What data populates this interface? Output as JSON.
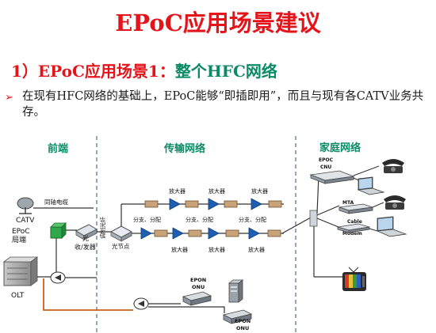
{
  "title": "EPoC应用场景建议",
  "subtitle": {
    "number": "1）",
    "prefix": "EPoC应用场景1：",
    "emphasis": "整个HFC网络"
  },
  "bullet_text": "在现有HFC网络的基础上，EPoC能够“即插即用”，而且与现有各CATV业务共存。",
  "diagram": {
    "sections": {
      "frontend": "前端",
      "transmission": "传输网络",
      "home": "家庭网络"
    },
    "labels": {
      "coax_cable": "同轴电缆",
      "catv": "CATV",
      "epoc_headend": [
        "EPoC",
        "局端"
      ],
      "transceiver": [
        "光",
        "收/发器"
      ],
      "modulated_fiber": "调制光纤",
      "optical_node": "光节点",
      "olt": "OLT",
      "amplifier": "放大器",
      "split_distribute": "分支、分配",
      "epon_onu": [
        "EPON",
        "ONU"
      ],
      "epoc_cnu": [
        "EPOC",
        "CNU"
      ],
      "mta": "MTA",
      "cable_modem": [
        "Cable",
        "Modem"
      ]
    },
    "colors": {
      "section_header": "#0b8a64",
      "amplifier": "#1f5fb3",
      "fiber": "#e07c1e",
      "epon": "#c8601a"
    }
  }
}
